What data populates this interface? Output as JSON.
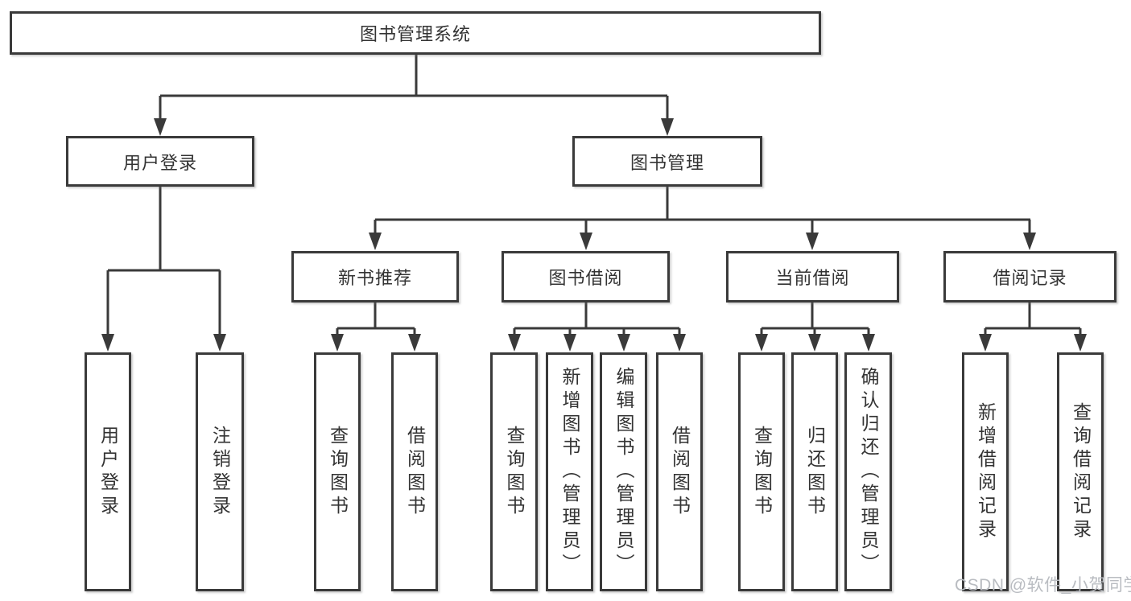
{
  "diagram_title": "图书管理系统",
  "tree": {
    "root": {
      "label": "图书管理系统"
    },
    "level2": [
      {
        "label": "用户登录"
      },
      {
        "label": "图书管理"
      }
    ],
    "level3": [
      {
        "label": "新书推荐",
        "parent": "图书管理"
      },
      {
        "label": "图书借阅",
        "parent": "图书管理"
      },
      {
        "label": "当前借阅",
        "parent": "图书管理"
      },
      {
        "label": "借阅记录",
        "parent": "图书管理"
      }
    ],
    "leaves": [
      {
        "label": "用户登录",
        "parent": "用户登录"
      },
      {
        "label": "注销登录",
        "parent": "用户登录"
      },
      {
        "label": "查询图书",
        "parent": "新书推荐"
      },
      {
        "label": "借阅图书",
        "parent": "新书推荐"
      },
      {
        "label": "查询图书",
        "parent": "图书借阅"
      },
      {
        "label": "新增图书（管理员）",
        "parent": "图书借阅"
      },
      {
        "label": "编辑图书（管理员）",
        "parent": "图书借阅"
      },
      {
        "label": "借阅图书",
        "parent": "图书借阅"
      },
      {
        "label": "查询图书",
        "parent": "当前借阅"
      },
      {
        "label": "归还图书",
        "parent": "当前借阅"
      },
      {
        "label": "确认归还（管理员）",
        "parent": "当前借阅"
      },
      {
        "label": "新增借阅记录",
        "parent": "借阅记录"
      },
      {
        "label": "查询借阅记录",
        "parent": "借阅记录"
      }
    ]
  },
  "watermark": "CSDN @软件_小贺同学",
  "colors": {
    "line": "#3A3A3A",
    "text": "#333333",
    "watermark": "#B9BCC1",
    "background": "#FFFFFF"
  }
}
